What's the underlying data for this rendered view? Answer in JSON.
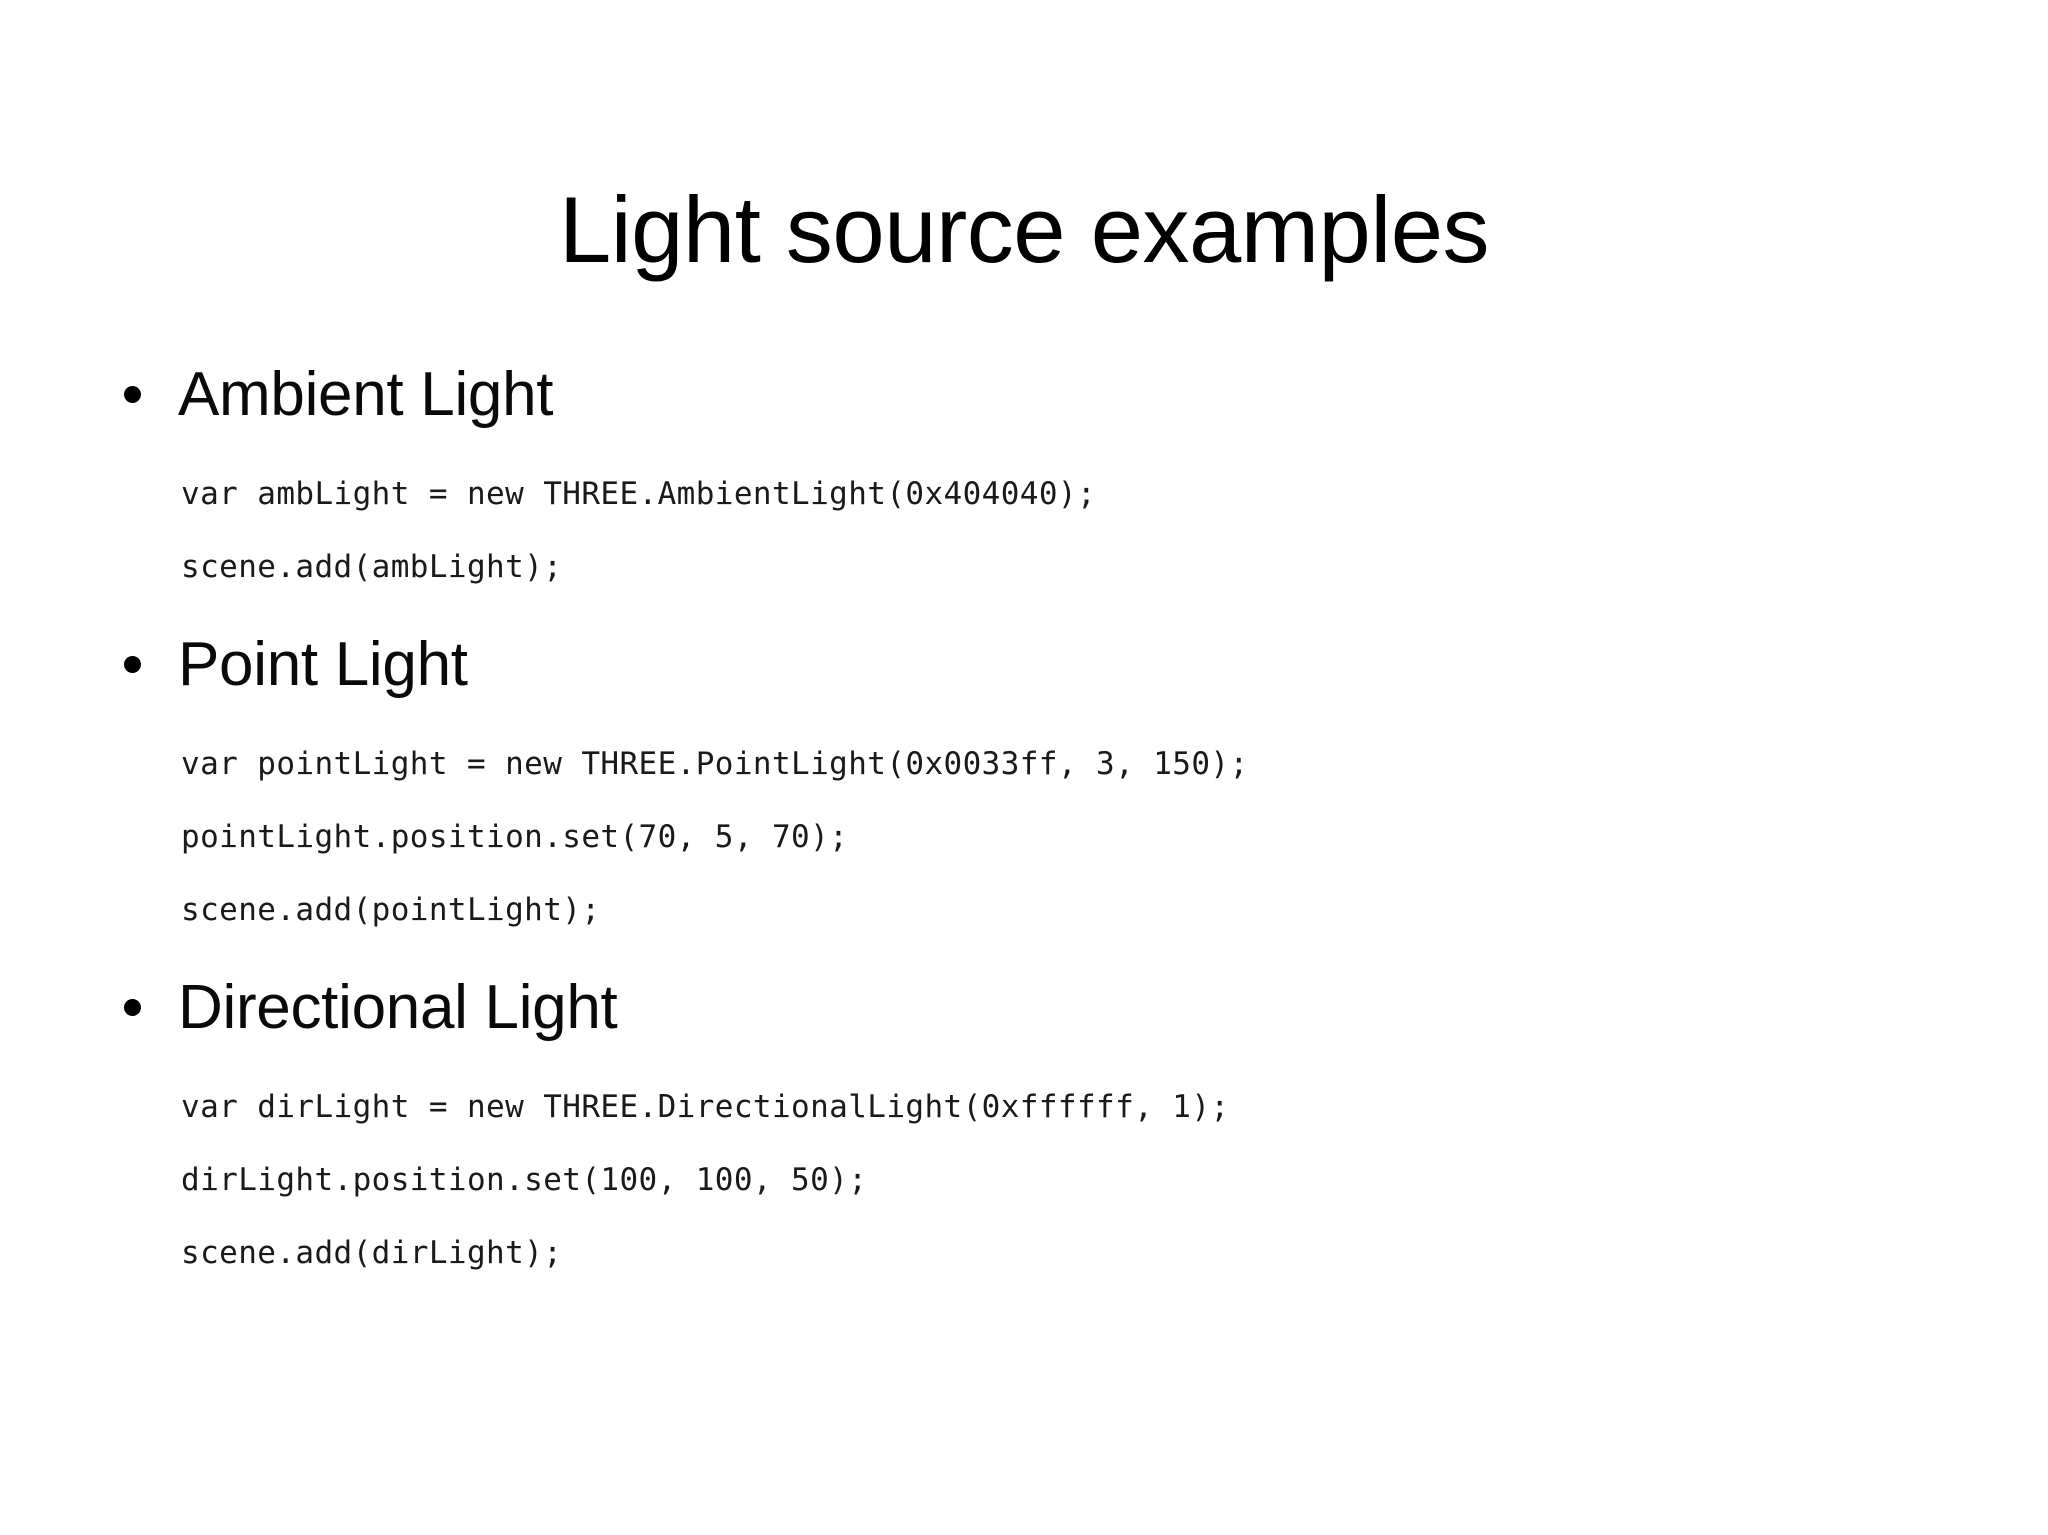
{
  "slide": {
    "title": "Light source examples",
    "background_color": "#ffffff",
    "text_color": "#000000",
    "bullet_glyph": "bullet-dot",
    "sections": [
      {
        "heading": "Ambient Light",
        "code": [
          "var ambLight = new THREE.AmbientLight(0x404040);",
          "scene.add(ambLight);"
        ]
      },
      {
        "heading": "Point Light",
        "code": [
          "var pointLight = new THREE.PointLight(0x0033ff, 3, 150);",
          "pointLight.position.set(70, 5, 70);",
          "scene.add(pointLight);"
        ]
      },
      {
        "heading": "Directional Light",
        "code": [
          "var dirLight = new THREE.DirectionalLight(0xffffff, 1);",
          "dirLight.position.set(100, 100, 50);",
          "scene.add(dirLight);"
        ]
      }
    ]
  }
}
